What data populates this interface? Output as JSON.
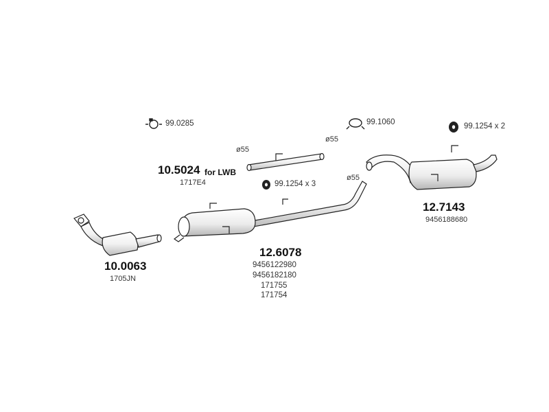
{
  "parts": {
    "catalytic_converter": {
      "number": "10.0063",
      "codes": [
        "1705JN"
      ]
    },
    "front_pipe": {
      "number": "10.5024",
      "suffix": "for LWB",
      "codes": [
        "1717E4"
      ],
      "dia_left": "ø55",
      "dia_right": "ø55"
    },
    "middle_silencer": {
      "number": "12.6078",
      "codes": [
        "9456122980",
        "9456182180",
        "171755",
        "171754"
      ],
      "dia": "ø55"
    },
    "rear_silencer": {
      "number": "12.7143",
      "codes": [
        "9456188680"
      ]
    }
  },
  "fittings": {
    "clamp": {
      "number": "99.0285",
      "icon": "clamp-icon"
    },
    "gasket": {
      "number": "99.1060",
      "icon": "gasket-icon"
    },
    "rubber_mount_mid": {
      "number": "99.1254 x 3",
      "icon": "rubber-mount-icon"
    },
    "rubber_mount_rear": {
      "number": "99.1254 x 2",
      "icon": "rubber-mount-icon"
    }
  },
  "colors": {
    "ink": "#222222",
    "fill": "#ffffff",
    "shade": "#d9d9d9"
  }
}
